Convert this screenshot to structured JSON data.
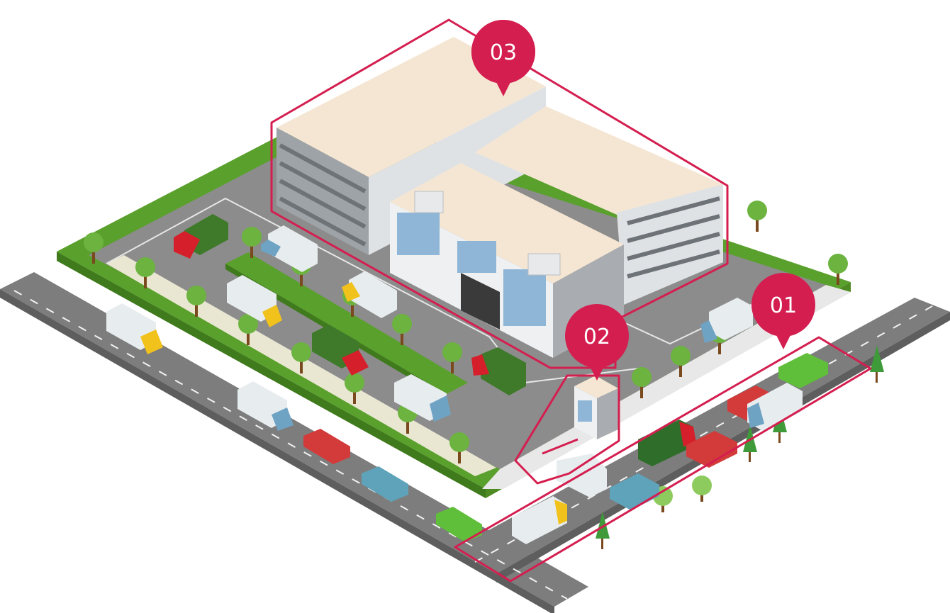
{
  "markers": [
    {
      "id": "01",
      "label": "01",
      "zone": "road-entrance"
    },
    {
      "id": "02",
      "label": "02",
      "zone": "gatehouse"
    },
    {
      "id": "03",
      "label": "03",
      "zone": "factory-building"
    }
  ],
  "colors": {
    "accent": "#d41e4f",
    "road": "#7a7a7a",
    "road_edge": "#5e5e5e",
    "lot": "#8c8c8c",
    "grass": "#5aa02c",
    "grass_dark": "#3f7a1c",
    "sidewalk": "#e9e7d2",
    "building_light": "#eef0f2",
    "building_mid": "#d9dcdf",
    "building_dark": "#a9adb2",
    "roof": "#f5e6d3",
    "window": "#8fb6d6"
  }
}
